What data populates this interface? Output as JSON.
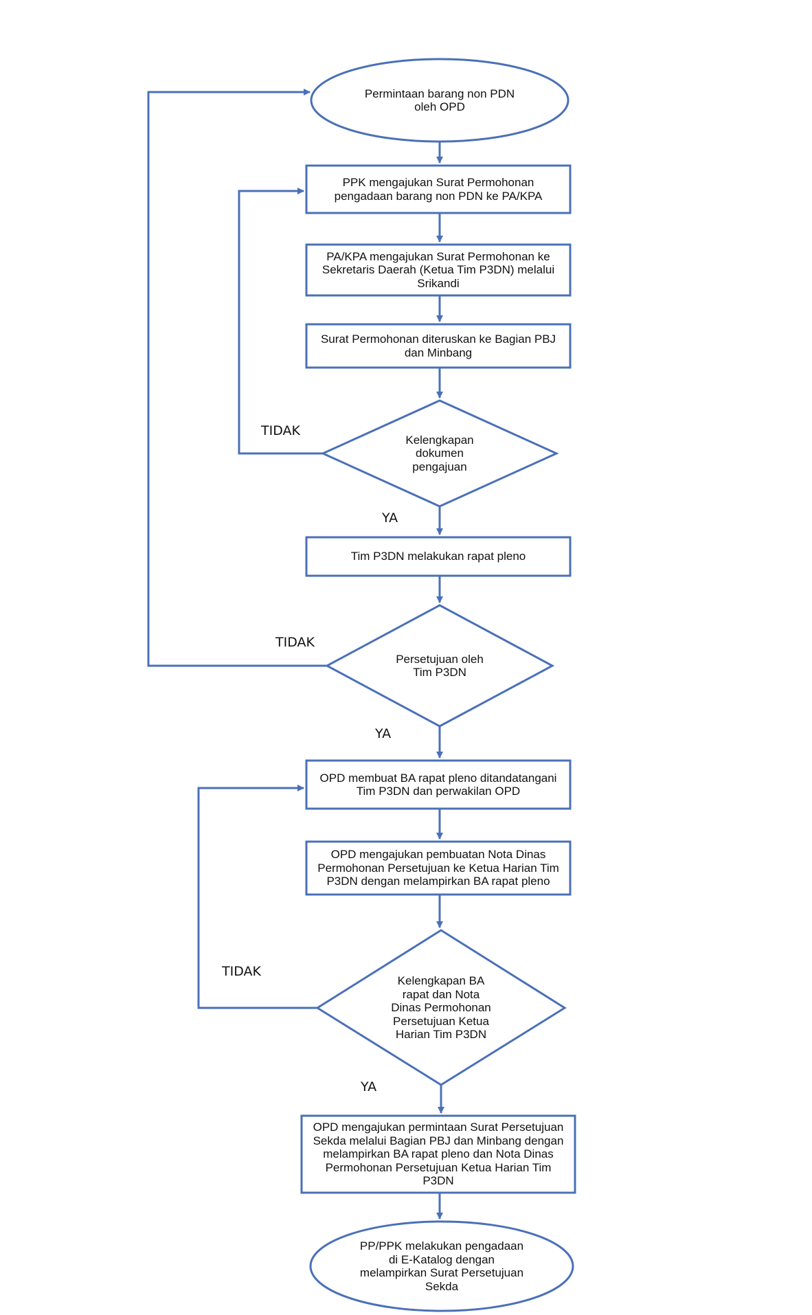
{
  "colors": {
    "stroke": "#4a70b8",
    "text": "#111111",
    "background": "#ffffff"
  },
  "nodes": {
    "start": {
      "label": "Permintaan barang non PDN\noleh OPD"
    },
    "step1": {
      "label": "PPK mengajukan Surat Permohonan\npengadaan barang non PDN ke PA/KPA"
    },
    "step2": {
      "label": "PA/KPA mengajukan Surat Permohonan ke\nSekretaris Daerah (Ketua Tim P3DN) melalui\nSrikandi"
    },
    "step3": {
      "label": "Surat Permohonan diteruskan ke Bagian PBJ\ndan Minbang"
    },
    "decision1": {
      "label": "Kelengkapan\ndokumen\npengajuan"
    },
    "step4": {
      "label": "Tim P3DN melakukan rapat pleno"
    },
    "decision2": {
      "label": "Persetujuan oleh\nTim P3DN"
    },
    "step5": {
      "label": "OPD membuat BA rapat pleno ditandatangani\nTim P3DN dan perwakilan OPD"
    },
    "step6": {
      "label": "OPD mengajukan pembuatan Nota Dinas\nPermohonan Persetujuan ke Ketua Harian Tim\nP3DN dengan melampirkan BA rapat pleno"
    },
    "decision3": {
      "label": "Kelengkapan BA\nrapat dan Nota\nDinas Permohonan\nPersetujuan  Ketua\nHarian Tim P3DN"
    },
    "step7": {
      "label": "OPD mengajukan permintaan Surat Persetujuan\nSekda melalui Bagian PBJ dan Minbang dengan\nmelampirkan BA rapat pleno dan Nota Dinas\nPermohonan Persetujuan Ketua Harian Tim\nP3DN"
    },
    "end": {
      "label": "PP/PPK melakukan pengadaan\ndi E-Katalog dengan\nmelampirkan Surat Persetujuan\nSekda"
    }
  },
  "branches": {
    "decision1_no": "TIDAK",
    "decision1_yes": "YA",
    "decision2_no": "TIDAK",
    "decision2_yes": "YA",
    "decision3_no": "TIDAK",
    "decision3_yes": "YA"
  }
}
